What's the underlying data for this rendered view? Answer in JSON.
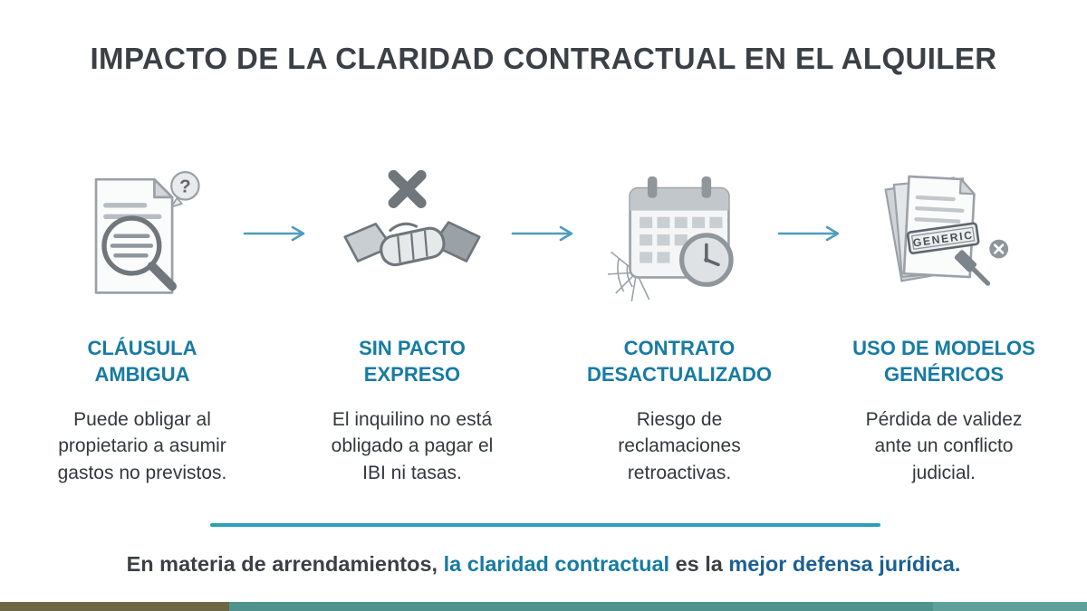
{
  "title": "IMPACTO DE LA CLARIDAD CONTRACTUAL EN EL ALQUILER",
  "steps": [
    {
      "icon": "ambiguous-clause-document-icon",
      "title": "CLÁUSULA\nAMBIGUA",
      "description": "Puede obligar al\npropietario a asumir\ngastos no previstos."
    },
    {
      "icon": "handshake-crossed-icon",
      "title": "SIN PACTO\nEXPRESO",
      "description": "El inquilino no está\nobligado a pagar el\nIBI ni tasas."
    },
    {
      "icon": "outdated-calendar-icon",
      "title": "CONTRATO\nDESACTUALIZADO",
      "description": "Riesgo de\nreclamaciones\nretroactivas."
    },
    {
      "icon": "generic-template-icon",
      "title": "USO DE MODELOS\nGENÉRICOS",
      "description": "Pérdida de validez\nante un conflicto\njudicial.",
      "stamp_label": "GENERIC"
    }
  ],
  "footer": {
    "segments": [
      {
        "text": "En materia de arrendamientos, "
      },
      {
        "text": "la claridad contractual"
      },
      {
        "text": " es la "
      },
      {
        "text": "mejor defensa jurídica."
      }
    ]
  },
  "colors": {
    "accent_blue": "#177ba3",
    "footer_navy": "#1b5f95",
    "divider_teal": "#2b9fb5",
    "text_dark": "#3b4046",
    "icon_gray": "#9aa1a7",
    "strip_olive": "#6e6746",
    "strip_teal": "#4f928e"
  }
}
